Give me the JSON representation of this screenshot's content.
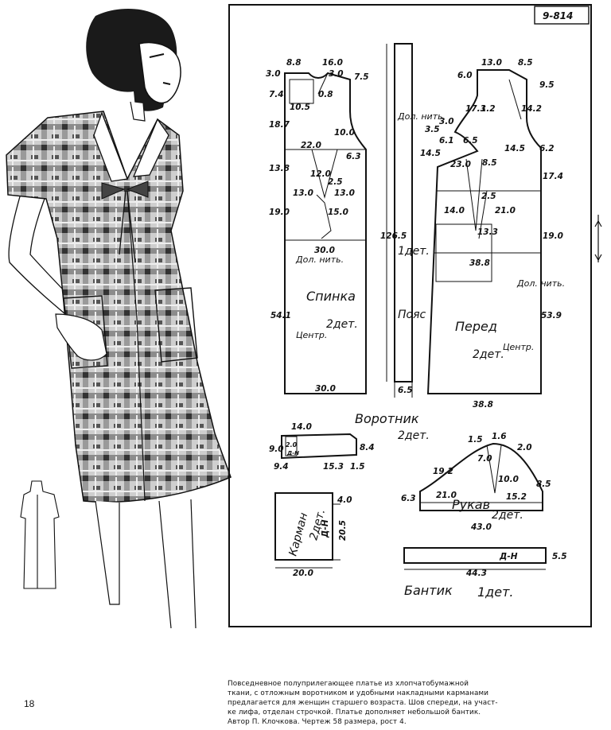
{
  "page": {
    "number": "18"
  },
  "frame": {
    "code": "9-814"
  },
  "caption": {
    "lines": [
      "Повседневное полуприлегающее платье из хлопчатобумажной",
      "ткани, с отложным воротником и удобными накладными карманами",
      "предлагается для женщин старшего возраста. Шов спереди, на участ-",
      "ке лифа, отделан строчкой. Платье дополняет небольшой бантик.",
      "Автор П. Клочкова. Чертеж 58 размера, рост 4."
    ]
  },
  "pieces": {
    "back": {
      "name": "Спинка",
      "count": "2дет.",
      "center_label": "Центр.",
      "grain_label": "Дол. нить.",
      "dims": {
        "d_8_8": "8.8",
        "d_16_0": "16.0",
        "d_3_0a": "3.0",
        "d_3_0b": "3.0",
        "d_7_5": "7.5",
        "d_7_4": "7.4",
        "d_10_5": "10.5",
        "d_0_8": "0.8",
        "d_18_7": "18.7",
        "d_10_0": "10.0",
        "d_22_0": "22.0",
        "d_6_3": "6.3",
        "d_13_8": "13.8",
        "d_12_0": "12.0",
        "d_2_5": "2.5",
        "d_13_0a": "13.0",
        "d_13_0b": "13.0",
        "d_19_0": "19.0",
        "d_15_0": "15.0",
        "d_30_0a": "30.0",
        "d_54_1": "54.1",
        "d_30_0b": "30.0"
      }
    },
    "belt": {
      "name": "Пояс",
      "count": "1дет.",
      "grain_label": "Дол. нить.",
      "dims": {
        "length": "126.5",
        "width": "6.5"
      }
    },
    "front": {
      "name": "Перед",
      "count": "2дет.",
      "center_label": "Центр.",
      "grain_label": "Дол. нить.",
      "dims": {
        "d_13_0": "13.0",
        "d_8_5a": "8.5",
        "d_6_0": "6.0",
        "d_9_5": "9.5",
        "d_17_3": "17.3",
        "d_1_2": "1.2",
        "d_14_2": "14.2",
        "d_3_5": "3.5",
        "d_3_0": "3.0",
        "d_6_1": "6.1",
        "d_6_5": "6.5",
        "d_14_5a": "14.5",
        "d_14_5b": "14.5",
        "d_6_2": "6.2",
        "d_23_0": "23.0",
        "d_8_5b": "8.5",
        "d_17_4": "17.4",
        "d_2_5": "2.5",
        "d_14_0": "14.0",
        "d_21_0": "21.0",
        "d_13_3": "13.3",
        "d_19_0": "19.0",
        "d_38_8a": "38.8",
        "d_53_9": "53.9",
        "d_38_8b": "38.8"
      }
    },
    "collar": {
      "name": "Воротник",
      "count": "2дет.",
      "mark": "Д-Н",
      "dims": {
        "d_14_0": "14.0",
        "d_9_0": "9.0",
        "d_2_0": "2.0",
        "d_8_4": "8.4",
        "d_9_4": "9.4",
        "d_15_3": "15.3",
        "d_1_5": "1.5"
      }
    },
    "sleeve": {
      "name": "Рукав",
      "count": "2дет.",
      "dims": {
        "d_1_5": "1.5",
        "d_1_6": "1.6",
        "d_7_0": "7.0",
        "d_2_0": "2.0",
        "d_19_2": "19.2",
        "d_10_0": "10.0",
        "d_8_5": "8.5",
        "d_6_3": "6.3",
        "d_21_0": "21.0",
        "d_15_2": "15.2",
        "d_43_0": "43.0"
      }
    },
    "pocket": {
      "name": "Карман",
      "count": "2дет.",
      "mark": "Д-Н",
      "dims": {
        "d_4_0": "4.0",
        "d_20_5": "20.5",
        "d_20_0": "20.0"
      }
    },
    "bow": {
      "name": "Бантик",
      "count": "1дет.",
      "mark": "Д-Н",
      "dims": {
        "d_44_3": "44.3",
        "d_5_5": "5.5"
      }
    }
  },
  "colors": {
    "ink": "#111111",
    "paper": "#ffffff",
    "fabric_dark": "#3a3a3a",
    "fabric_mid": "#8a8a8a",
    "fabric_light": "#d4d4d4"
  }
}
